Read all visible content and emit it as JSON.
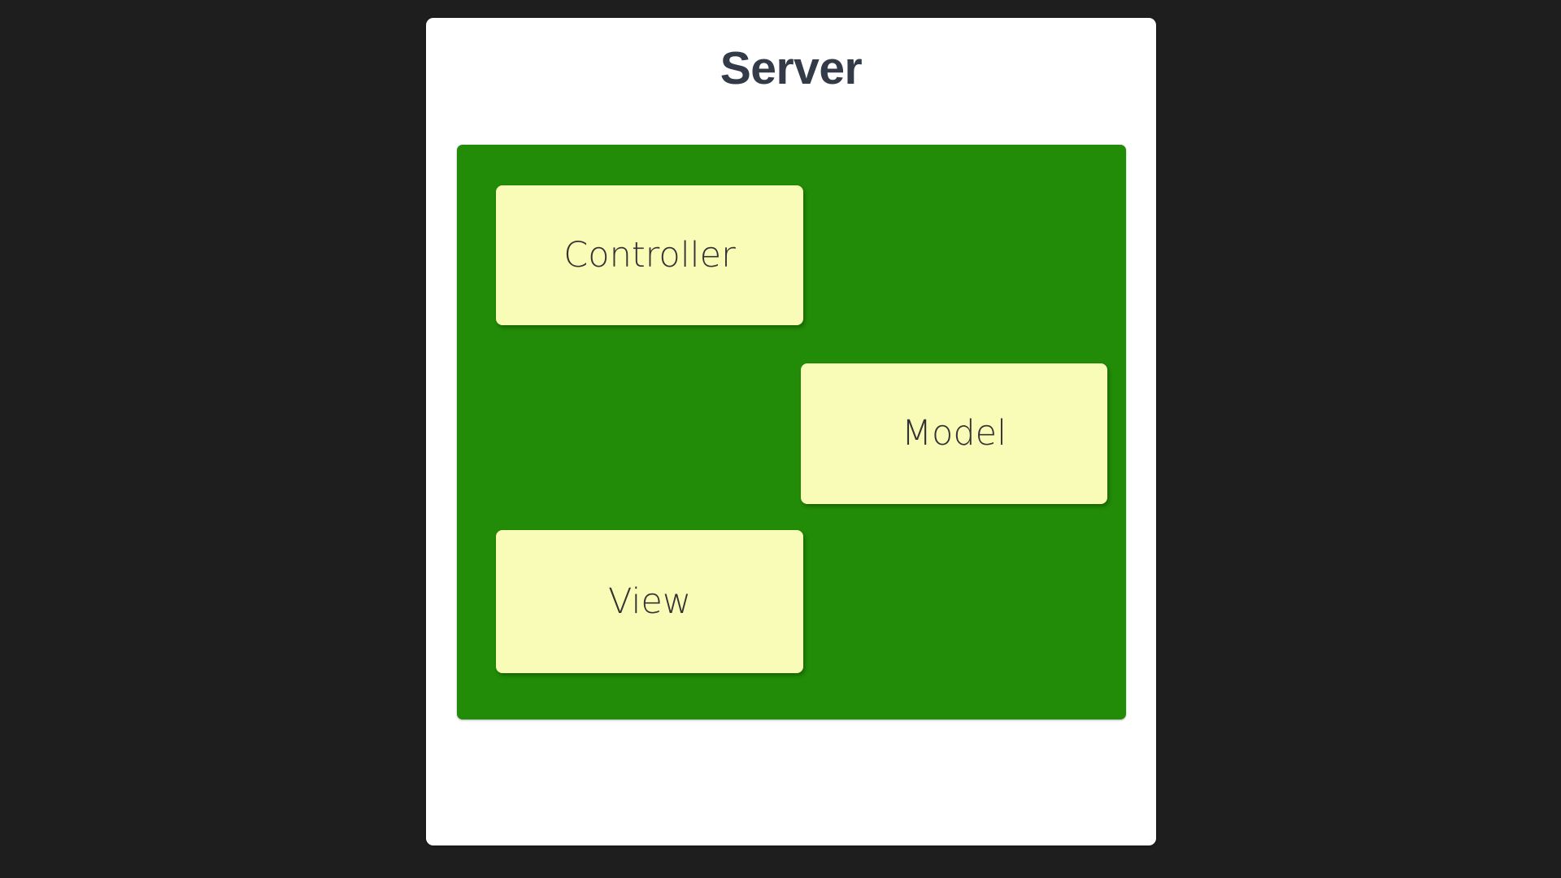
{
  "page": {
    "background_color": "#1e1e1e"
  },
  "diagram": {
    "title": "Server",
    "title_color": "#343b48",
    "card_background": "#ffffff",
    "cluster": {
      "name": "Server",
      "fill_color": "#228b07",
      "nodes": [
        {
          "id": "controller",
          "label": "Controller",
          "fill_color": "#f9fcb6",
          "text_color": "#333333"
        },
        {
          "id": "model",
          "label": "Model",
          "fill_color": "#f9fcb6",
          "text_color": "#333333"
        },
        {
          "id": "view",
          "label": "View",
          "fill_color": "#f9fcb6",
          "text_color": "#333333"
        }
      ]
    }
  }
}
